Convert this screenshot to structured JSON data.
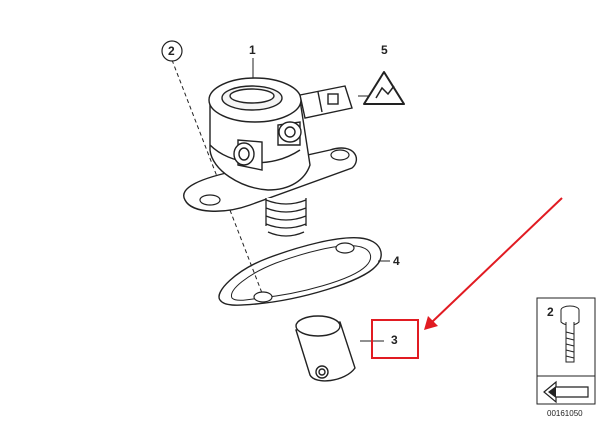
{
  "diagram": {
    "labels": {
      "part1": "1",
      "part2": "2",
      "part3": "3",
      "part4": "4",
      "part5": "5"
    },
    "legend": {
      "bolt_label": "2"
    },
    "image_code": "00161050",
    "colors": {
      "line": "#222222",
      "highlight": "#e11b22",
      "background": "#ffffff"
    },
    "icons": [
      "warning-triangle-icon",
      "arrow-icon",
      "bolt-icon"
    ]
  }
}
